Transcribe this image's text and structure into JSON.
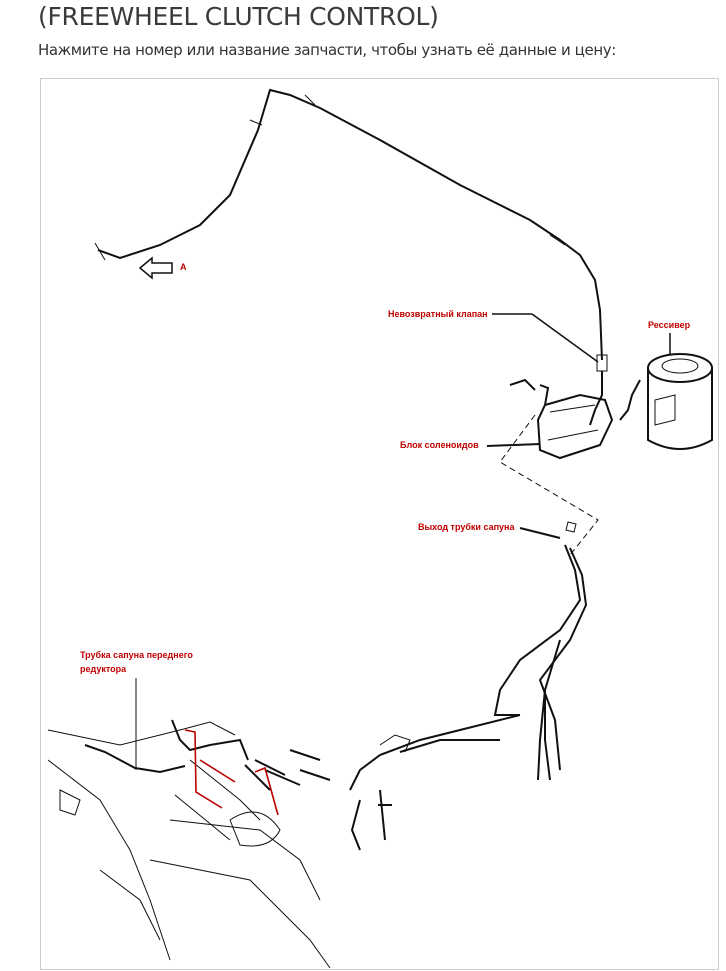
{
  "header": {
    "title": "(FREEWHEEL CLUTCH CONTROL)",
    "subtitle": "Нажмите на номер или название запчасти, чтобы узнать её данные и цену:"
  },
  "diagram": {
    "labels": {
      "arrow_a": "A",
      "check_valve": "Невозвратный клапан",
      "receiver": "Рессивер",
      "solenoid_block": "Блок соленоидов",
      "breather_outlet": "Выход трубки сапуна",
      "front_diff_breather_line1": "Трубка сапуна переднего",
      "front_diff_breather_line2": "редуктора"
    }
  }
}
